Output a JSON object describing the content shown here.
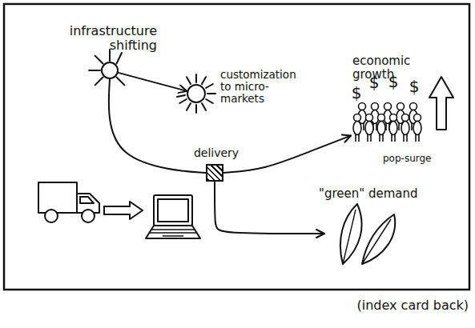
{
  "diagram": {
    "caption": "(index card back)",
    "nodes": [
      {
        "text": [
          "infrastructure shifting"
        ]
      },
      {
        "text": [
          "customization to micro-markets"
        ]
      },
      {
        "text": [
          "delivery"
        ]
      },
      {
        "text": [
          "economic growth",
          "pop-surge"
        ]
      },
      {
        "text": [
          "\"green\" demand"
        ]
      }
    ],
    "edges": [
      {
        "from": 0,
        "to": 1,
        "arrow": "to"
      },
      {
        "from": 0,
        "to": 2,
        "arrow": "none"
      },
      {
        "from": 2,
        "to": 3,
        "arrow": "to"
      },
      {
        "from": 2,
        "to": 4,
        "arrow": "to"
      }
    ],
    "labels": [
      "$",
      "$",
      "$",
      "$"
    ]
  }
}
